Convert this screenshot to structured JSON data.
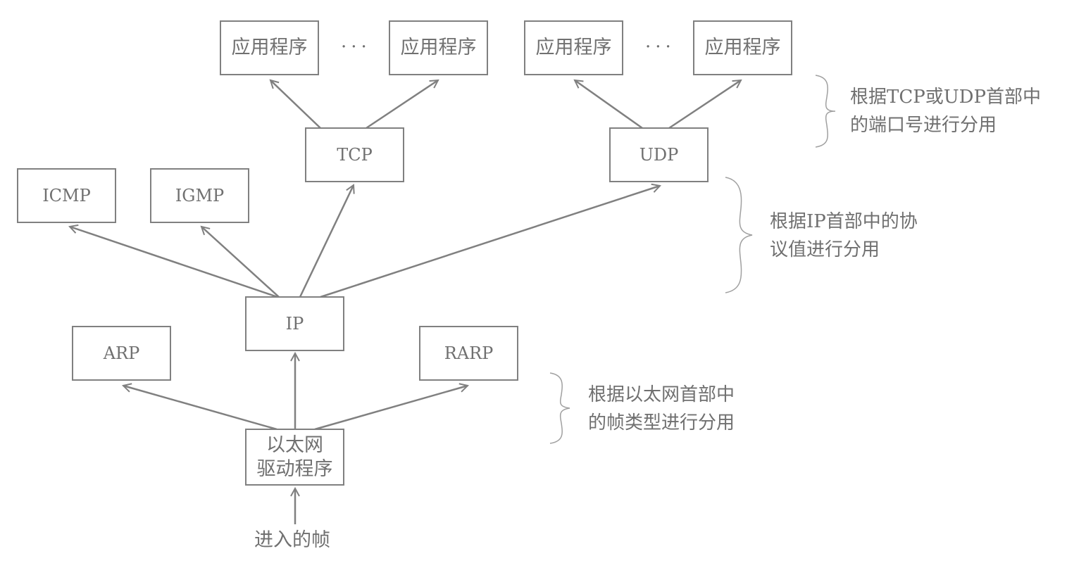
{
  "nodes": {
    "app1": "应用程序",
    "app2": "应用程序",
    "app3": "应用程序",
    "app4": "应用程序",
    "tcp": "TCP",
    "udp": "UDP",
    "icmp": "ICMP",
    "igmp": "IGMP",
    "ip": "IP",
    "arp": "ARP",
    "rarp": "RARP",
    "ethernet_driver_line1": "以太网",
    "ethernet_driver_line2": "驱动程序"
  },
  "ellipsis_left": "···",
  "ellipsis_right": "···",
  "annotations": {
    "port_demux_line1": "根据TCP或UDP首部中",
    "port_demux_line2": "的端口号进行分用",
    "protocol_demux_line1": "根据IP首部中的协",
    "protocol_demux_line2": "议值进行分用",
    "frame_demux_line1": "根据以太网首部中",
    "frame_demux_line2": "的帧类型进行分用"
  },
  "input_label": "进入的帧",
  "colors": {
    "stroke": "#808080",
    "text": "#707070",
    "brace": "#a0a0a0"
  }
}
